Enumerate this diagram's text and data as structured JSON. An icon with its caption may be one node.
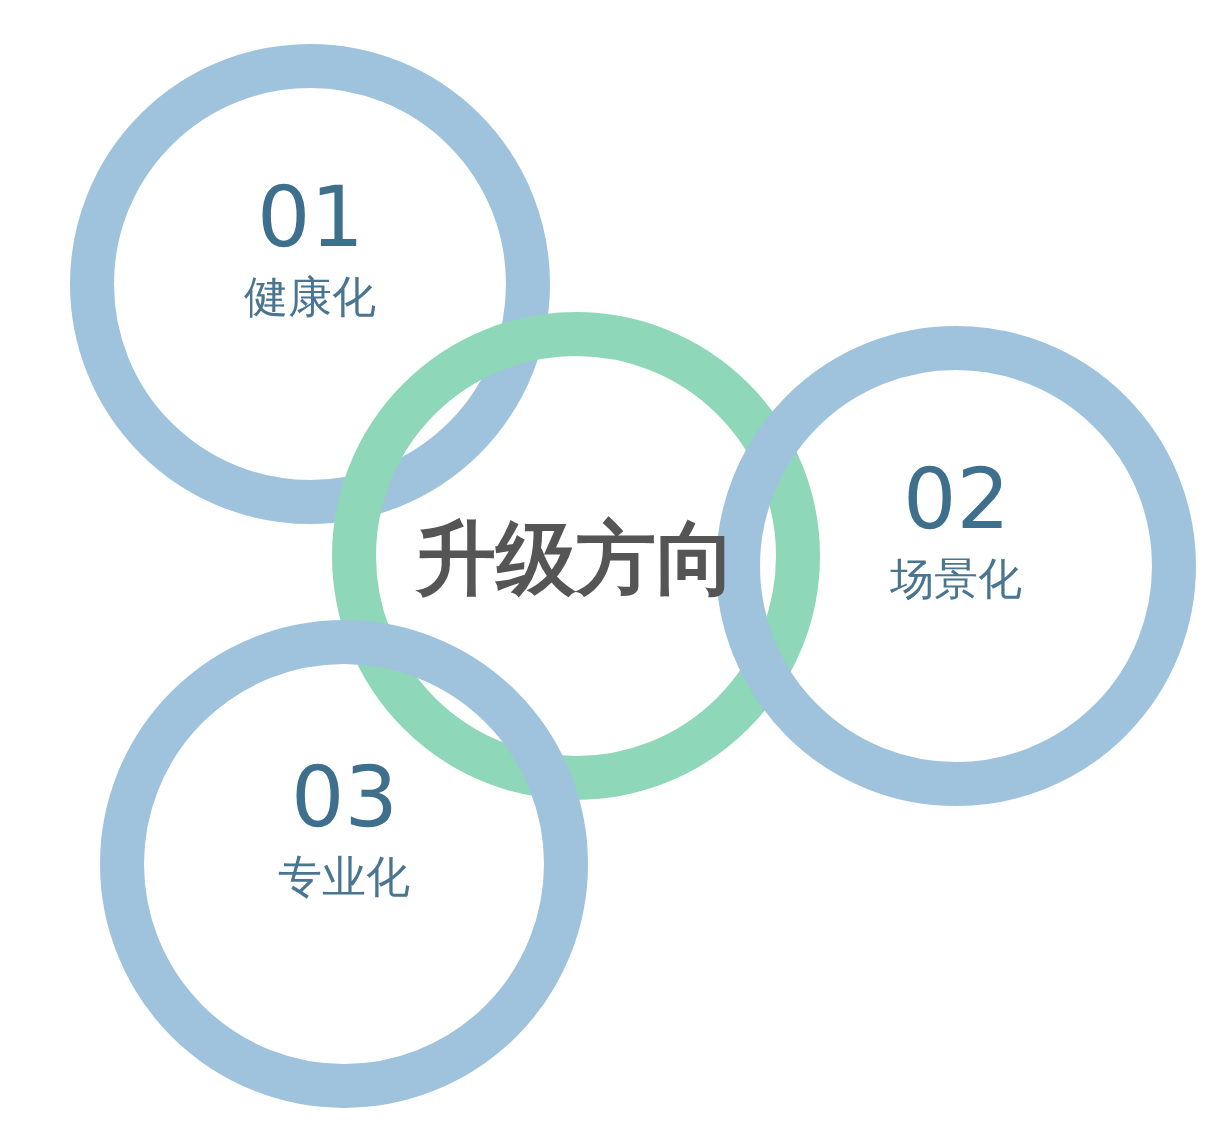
{
  "diagram": {
    "nodes": [
      {
        "text": [
          "01",
          "健康化"
        ]
      },
      {
        "text": [
          "升级方向"
        ]
      },
      {
        "text": [
          "02",
          "场景化"
        ]
      },
      {
        "text": [
          "03",
          "专业化"
        ]
      }
    ]
  }
}
